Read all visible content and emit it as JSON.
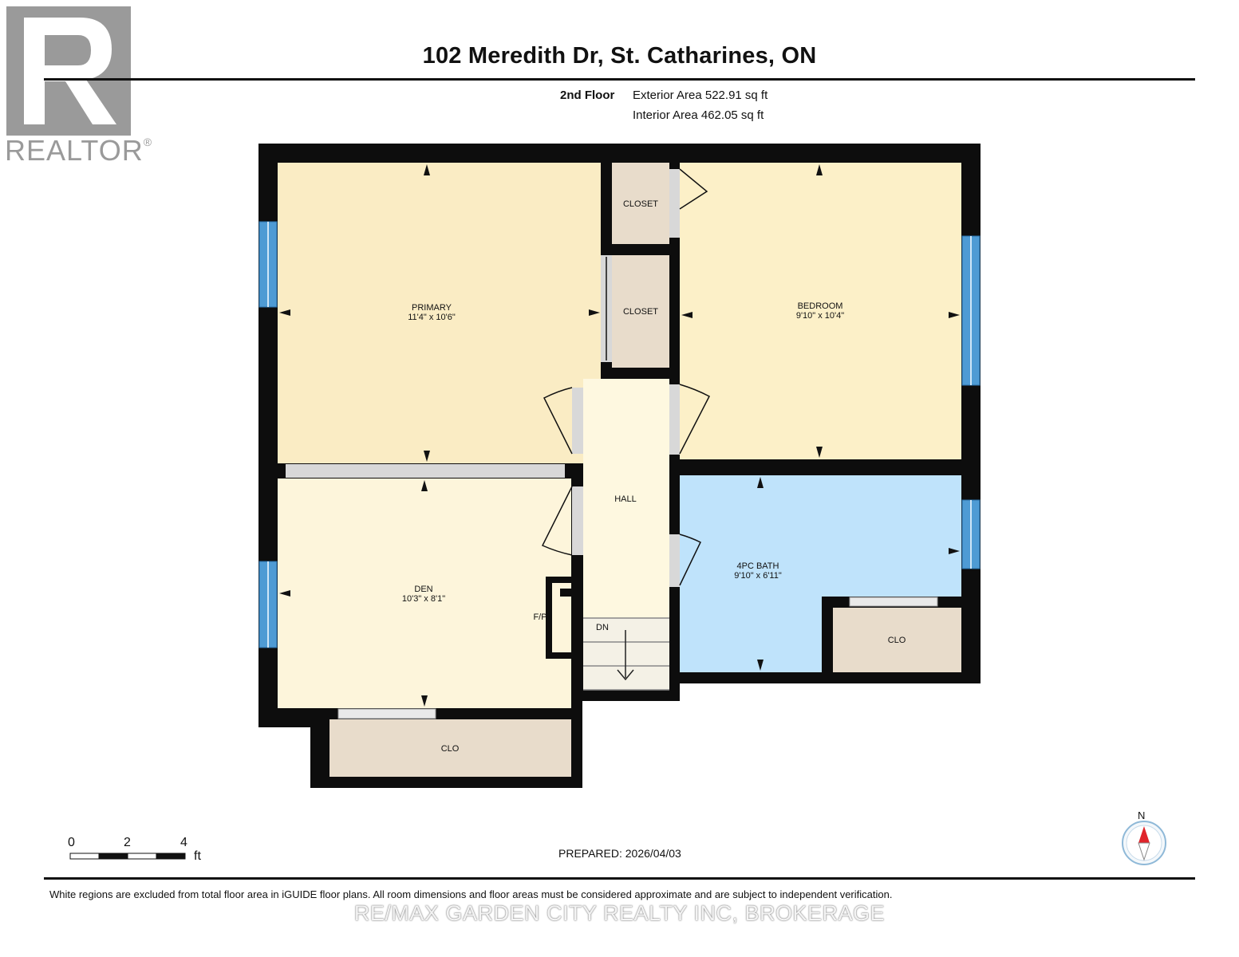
{
  "header": {
    "title": "102 Meredith Dr, St. Catharines, ON",
    "floor": "2nd Floor",
    "exterior_area": "Exterior Area 522.91 sq ft",
    "interior_area": "Interior Area 462.05 sq ft"
  },
  "logo": {
    "text": "REALTOR",
    "mark": "®"
  },
  "rooms": {
    "primary": {
      "name": "PRIMARY",
      "dims": "11'4\" x 10'6\""
    },
    "bedroom": {
      "name": "BEDROOM",
      "dims": "9'10\" x 10'4\""
    },
    "den": {
      "name": "DEN",
      "dims": "10'3\" x 8'1\""
    },
    "bath": {
      "name": "4PC BATH",
      "dims": "9'10\" x 6'11\""
    },
    "hall": {
      "name": "HALL"
    },
    "closet_top": {
      "name": "CLOSET"
    },
    "closet_mid": {
      "name": "CLOSET"
    },
    "clo_bath": {
      "name": "CLO"
    },
    "clo_den": {
      "name": "CLO"
    },
    "fireplace": "F/P",
    "stairs": "DN"
  },
  "scale": {
    "ticks": [
      "0",
      "2",
      "4"
    ],
    "unit": "ft"
  },
  "compass": {
    "label": "N"
  },
  "footer": {
    "prepared": "PREPARED: 2026/04/03",
    "disclaimer": "White regions are excluded from total floor area in iGUIDE floor plans. All room dimensions and floor areas must be considered approximate and are subject to independent verification.",
    "brokerage": "RE/MAX GARDEN CITY REALTY INC, BROKERAGE"
  },
  "colors": {
    "wall": "#0d0d0d",
    "primary": "#faecc4",
    "bedroom": "#fcf0c8",
    "den": "#fdf5db",
    "hall": "#fef8e0",
    "bath": "#bfe3fb",
    "closet": "#e8dccb",
    "window": "#4e9bd4",
    "opening": "#d8d8d8"
  }
}
